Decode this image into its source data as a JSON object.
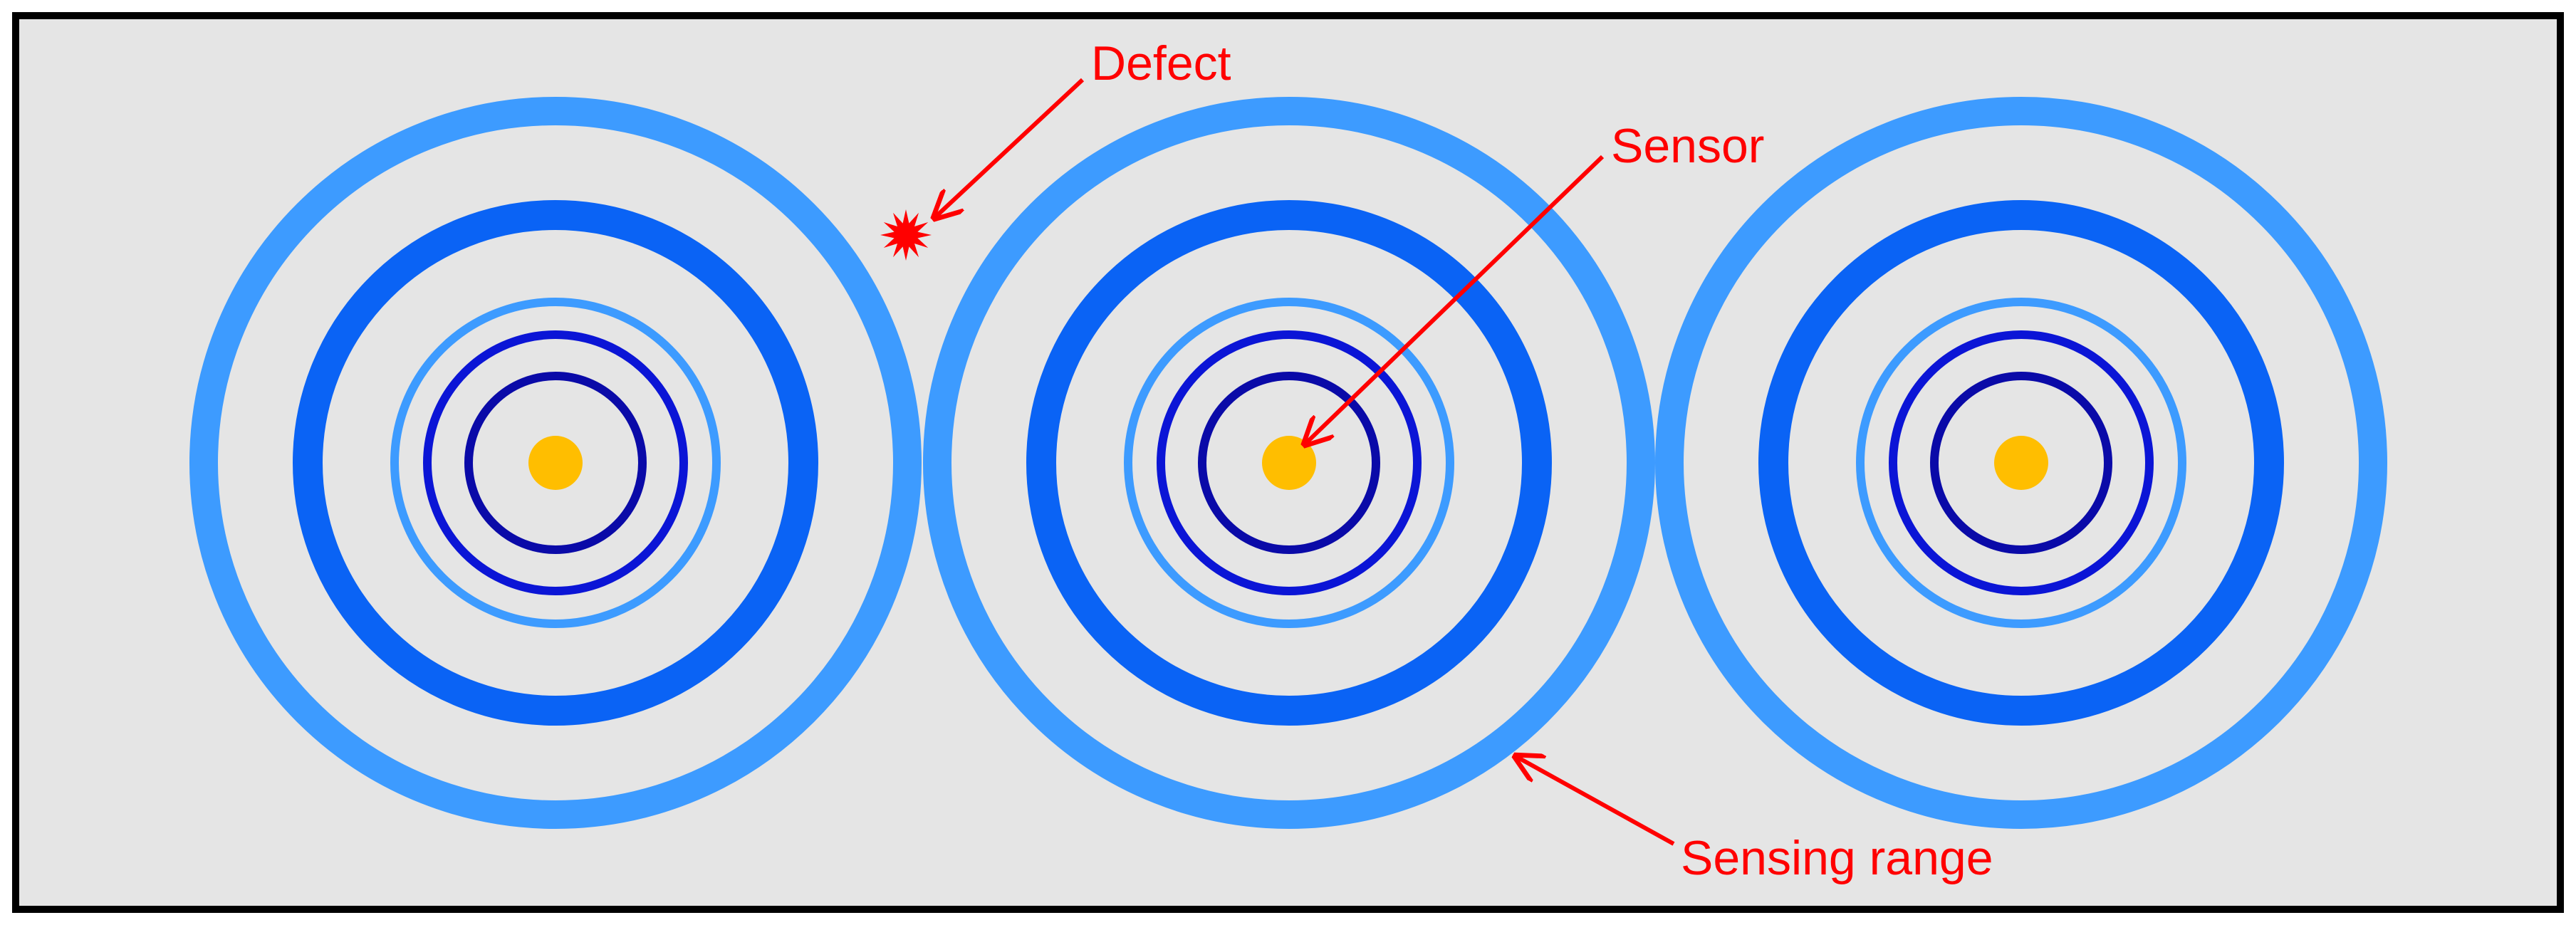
{
  "labels": {
    "defect": "Defect",
    "sensor": "Sensor",
    "sensing_range": "Sensing range"
  },
  "sensor_count": 3,
  "colors": {
    "background": "#e5e5e5",
    "frame": "#000000",
    "outer_ring": "#3d9bff",
    "thick_ring": "#0a63f5",
    "thin_light_ring": "#3d9bff",
    "mid_ring": "#0b15d6",
    "inner_ring": "#0a0aa8",
    "sensor": "#ffbe00",
    "annotation": "#ff0000",
    "defect": "#ff0000"
  }
}
